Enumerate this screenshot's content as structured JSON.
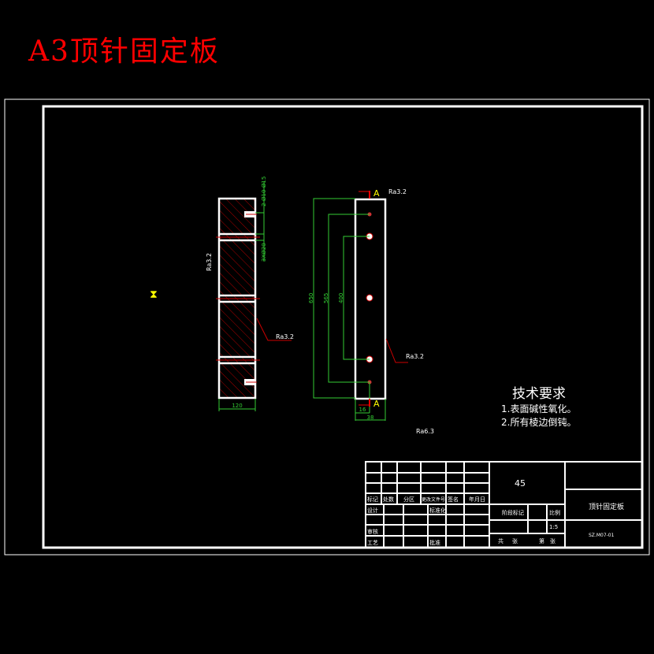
{
  "title": "A3顶针固定板",
  "colors": {
    "title": "#ff0000",
    "outline": "#ffffff",
    "dimension": "#33cc33",
    "centerline": "#cc0000",
    "label": "#ffff00"
  },
  "left_view": {
    "dim_width": "120",
    "hole_note_1": "2-Ø10-Ø15",
    "hole_note_2": "3XØ20",
    "roughness_1": "Ra3.2",
    "roughness_2": "Ra3.2"
  },
  "front_view": {
    "section_mark": "A",
    "roughness_top": "Ra3.2",
    "roughness_side": "Ra3.2",
    "dim_650": "650",
    "dim_565": "565",
    "dim_400": "400",
    "dim_16": "16",
    "dim_38": "38"
  },
  "tech_requirements": {
    "heading": "技术要求",
    "items": [
      "1.表面碱性氧化。",
      "2.所有棱边倒钝。"
    ]
  },
  "general_roughness": "Ra6.3",
  "title_block": {
    "material": "45",
    "part_name": "顶针固定板",
    "drawing_no": "SZ.M07-01",
    "headers": [
      "标记",
      "处数",
      "分区",
      "更改文件号",
      "签名",
      "年月日"
    ],
    "design": "设计",
    "standardization": "标准化",
    "review": "审核",
    "process": "工艺",
    "approve": "批准",
    "stage_mark": "阶段标记",
    "scale_label": "比例",
    "scale": "1:5",
    "total": "共",
    "sheets": "张",
    "page": "第",
    "sheets2": "张"
  }
}
